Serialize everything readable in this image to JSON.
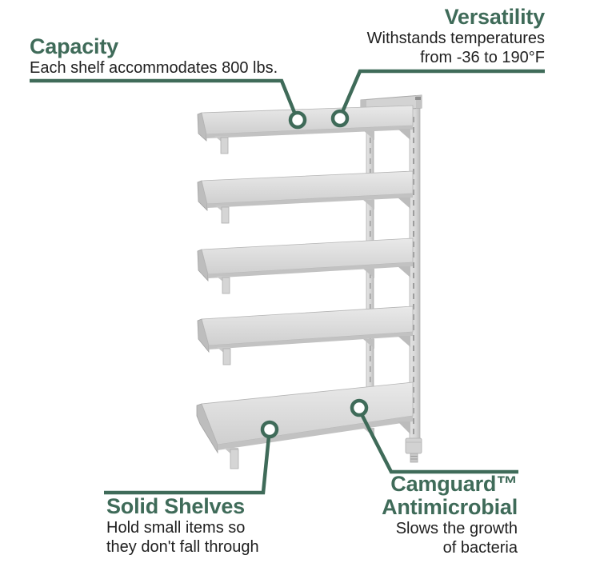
{
  "page": {
    "background_color": "#ffffff",
    "accent_color": "#3f6b59",
    "text_color": "#1f1f1f",
    "illustration": "five-shelf add-on shelving unit, light gray"
  },
  "callouts": {
    "capacity": {
      "title": "Capacity",
      "description": "Each shelf accommodates 800 lbs."
    },
    "versatility": {
      "title": "Versatility",
      "description_lines": [
        "Withstands temperatures",
        "from -36 to 190°F"
      ]
    },
    "solid_shelves": {
      "title": "Solid Shelves",
      "description_lines": [
        "Hold small items so",
        "they don't fall through"
      ]
    },
    "camguard": {
      "title_lines": [
        "Camguard™",
        "Antimicrobial"
      ],
      "description_lines": [
        "Slows the growth",
        "of bacteria"
      ]
    }
  }
}
